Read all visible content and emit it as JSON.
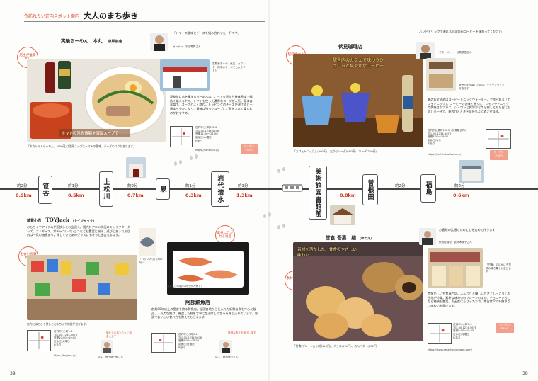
{
  "header": {
    "kicker": "今訪れたい荘内スポット案内",
    "title": "大人のまち歩き"
  },
  "colors": {
    "accent": "#d94a2a",
    "coupon": "#f2a08c",
    "line": "#444444"
  },
  "pages": {
    "left": "39",
    "right": "38"
  },
  "ramen": {
    "name": "実験らーめん　本丸",
    "location": "泉駅前店",
    "owner_quote": "「トマトの酸味とチーズを組み合わせた一杯です」",
    "owner_label": "オーナー　宇治電則さん",
    "badge": "店主が推奨す！",
    "storefront_note": "泉駅前すぐの人気店。カウンター席中心で一人でも入りやすい",
    "description": "泉駅前に店を構えるらーめん店。こってり系から香味系まで幅広く揃える中で、トマトを使った濃厚なスープが人気。麺は自家製で、スープとよく絡む。トッピングのチーズが溶けると一層まろやかになり、最後は残ったスープにご飯を入れて楽しむのがおすすめ。",
    "tag": "トマトの旨み素麺を濃厚スープで",
    "caption": "「本丸トマトらーめん」(950円)は濃厚スープにトマトの酸味、チーズのコクがあります。",
    "address": "荘内市○○町1-2-3\nTEL.00-1234-5678\n営業11:00〜21:00\n定休日/水曜日\nP/あり",
    "url": "https://tonmaru.jp/",
    "coupon": "クーポン\nP45へ"
  },
  "coffee": {
    "name": "伏見珈琲店",
    "badge": "駅徒歩すぐ",
    "owner_quote": "ハンドドリップで淹れる自家焙煎コーヒーを味わってください",
    "owner_label": "マネージャー　伏見健吾さん",
    "tag": "駅舎内のカフェで味わうシュワッと爽やかなコーヒー",
    "side_note": "駅舎内を改装した店内。テイクアウトも可能です",
    "description": "夏のおすすめはコーヒートニックウォーター。で作られる「カフェトニック」。コーヒーの苦味と香りに、レモンやトニックの爽快さがプラス。シュワッと爽やかなのど越しと見た目にも涼しい一杯で、夏のひとときを気持ちよく過ごせます。",
    "caption": "「カフェトニック」(600円)、左からソーダ(650円)・ソーダ(700円)",
    "address": "荘内市伏見町1-2-3（伏見駅舎内）\nTEL.00-1234-5678\n営業8:00〜19:00\n定休日/なし\nP/あり",
    "url": "https://fushimicoffee.com/",
    "coupon": "クーポン\nP45へ"
  },
  "route": {
    "stations": [
      "福島",
      "曽根田",
      "美術館図書館前",
      "岩代清水",
      "泉",
      "上松川",
      "笹谷"
    ],
    "segments": [
      {
        "time": "約2分",
        "km": "0.6km"
      },
      {
        "time": "約2分",
        "km": "0.8km"
      },
      {
        "time": "約3分",
        "km": "1.3km"
      },
      {
        "time": "約1分",
        "km": "0.3km"
      },
      {
        "time": "約2分",
        "km": "0.7km"
      },
      {
        "time": "約1分",
        "km": "0.5km"
      },
      {
        "time": "約2分",
        "km": "0.9km"
      }
    ]
  },
  "toyjack": {
    "name": "TOYJack",
    "genre": "雑貨小売",
    "reading": "（トイジャック）",
    "badge": "出会いの発見！",
    "description": "おもちゃやアイテムが所狭しとお出迎え。国内外アニメ映画のキャラクターグッズ、フィギュア、ガチャコレクションなども豊富に揃え、遊び心あふれる店内は一見の価値あり。探していたあのグッズにもきっと出会えるはず。",
    "caption": "店内にはところ狭しとおもちゃや雑貨が並びます。",
    "address": "荘内市○○町1-2\nTEL.00-1234-5678\n営業10:00〜19:00\n定休日/火曜日\nP/あり",
    "url": "https://toyjack.jp/",
    "staff_quote": "懐かしいおもちゃに出会えます",
    "staff_label": "店主　島田雄一郎さん"
  },
  "fish": {
    "name": "阿部鮮魚店",
    "badge": "素材にこだわる逸品",
    "package_caption": "「パック入り」(400円〜)",
    "salmon_caption": "「焼鮭」(1切れ400円)が人気です",
    "description": "創業80年以上の歴史を誇る鮮魚店。全国各地から仕入れた新鮮な魚を中心に販売。人気の塩鮭は、厳選した鮭を丁寧に塩漬けして旨みを閉じ込めています。店頭でおいしい食べ方を教えてもらえます。",
    "address": "荘内市○○町3-4\nTEL.00-1234-5678\n営業9:00〜18:00\n定休日/日曜日\nP/あり",
    "staff_quote": "新鮮な魚をお届けします",
    "staff_label": "店主　阿部健介さん"
  },
  "sweets": {
    "name": "甘食 吾妻　結",
    "reading": "（ゆわえ）",
    "badge": "素材を活かす",
    "owner_quote": "お客様の笑顔のために心を込めて作ります",
    "owner_label": "代表取締役　佐々木陽子さん",
    "tag": "素材を活かした、甘食のやさしい味わい",
    "side_note": "「甘食」のほかにも季節の焼き菓子が並びます",
    "description": "昔懐かしい甘食専門店。ふんわりと優しい甘さとしっとりした生地が特徴。素朴な味わいのプレーンのほか、チョコやいちごなど種類も豊富。お土産にもぴったりで、毎日食べても飽きない味わいを届けます。",
    "caption": "「甘食(プレーン)」(1個120円)、チョコ(150円)、あんバター(200円)",
    "address": "荘内市○○町5-6\nTEL.00-1234-5678\n営業9:00〜18:00\n定休日/月曜日\nP/あり",
    "url": "https://www.amashokuyuwae.com/",
    "coupon": "クーポン\nP45へ"
  }
}
